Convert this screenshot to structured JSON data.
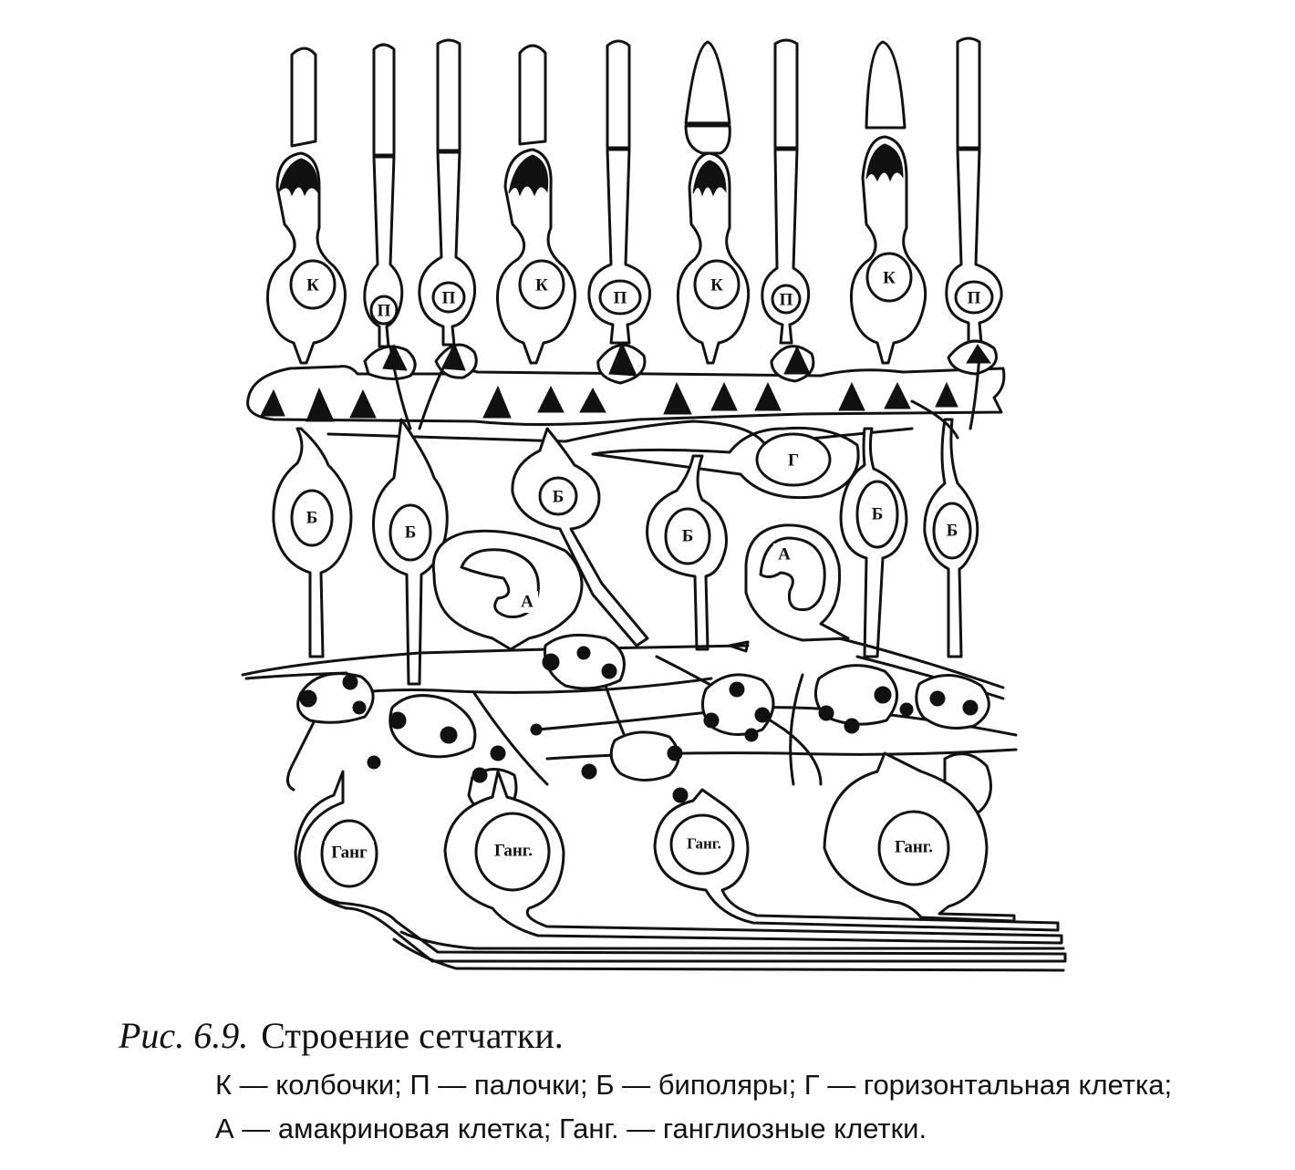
{
  "figure": {
    "number": "Рис. 6.9.",
    "title": "Строение сетчатки."
  },
  "legend": {
    "line1": "К — колбочки; П — палочки; Б — биполяры; Г — горизонтальная клетка;",
    "line2": "А — амакриновая клетка; Ганг. — ганглиозные клетки."
  },
  "labels": {
    "cone": "К",
    "rod": "П",
    "bipolar": "Б",
    "horizontal": "Г",
    "amacrine": "А",
    "ganglion": "Ганг.",
    "ganglion_first": "Ганг"
  },
  "photoreceptors": [
    {
      "type": "cone",
      "label": "К"
    },
    {
      "type": "rod",
      "label": "П"
    },
    {
      "type": "rod",
      "label": "П"
    },
    {
      "type": "cone",
      "label": "К"
    },
    {
      "type": "rod",
      "label": "П"
    },
    {
      "type": "cone",
      "label": "К"
    },
    {
      "type": "rod",
      "label": "П"
    },
    {
      "type": "cone",
      "label": "К"
    },
    {
      "type": "rod",
      "label": "П"
    }
  ],
  "colors": {
    "ink": "#111111",
    "paper": "#ffffff"
  }
}
